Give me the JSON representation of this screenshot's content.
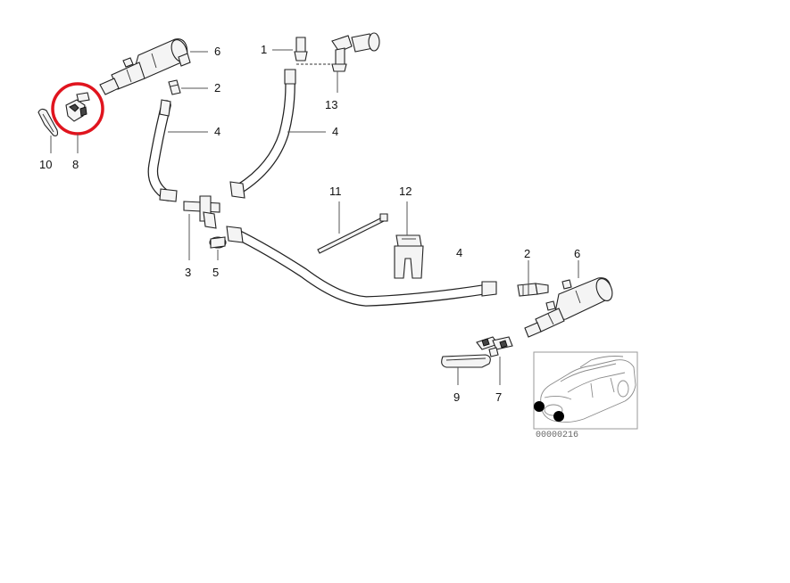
{
  "labels": {
    "p1": "1",
    "p2a": "2",
    "p2b": "2",
    "p3": "3",
    "p4a": "4",
    "p4b": "4",
    "p4c": "4",
    "p5": "5",
    "p6a": "6",
    "p6b": "6",
    "p7": "7",
    "p8": "8",
    "p9": "9",
    "p10": "10",
    "p11": "11",
    "p12": "12",
    "p13": "13"
  },
  "inset": {
    "ref_code": "00000216"
  },
  "colors": {
    "highlight_circle": "#e0141e",
    "marker_dot": "#000000",
    "line": "#222222",
    "inset_border": "#9a9a9a"
  }
}
